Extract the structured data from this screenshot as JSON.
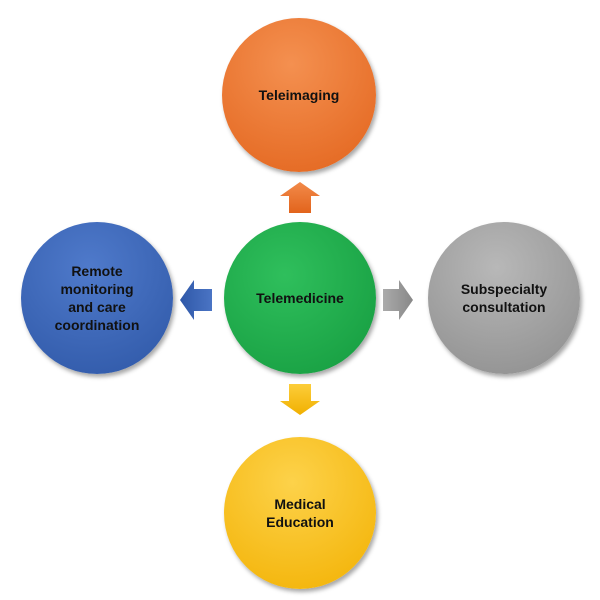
{
  "center": {
    "label": "Telemedicine",
    "color": "#1fa64a"
  },
  "nodes": [
    {
      "label": "Teleimaging",
      "color": "#e8712a"
    },
    {
      "label": "Subspecialty consultation",
      "color": "#9a9a9a"
    },
    {
      "label": "Medical Education",
      "color": "#f7bd12"
    },
    {
      "label": "Remote monitoring and care coordination",
      "color": "#3a64b8"
    }
  ]
}
